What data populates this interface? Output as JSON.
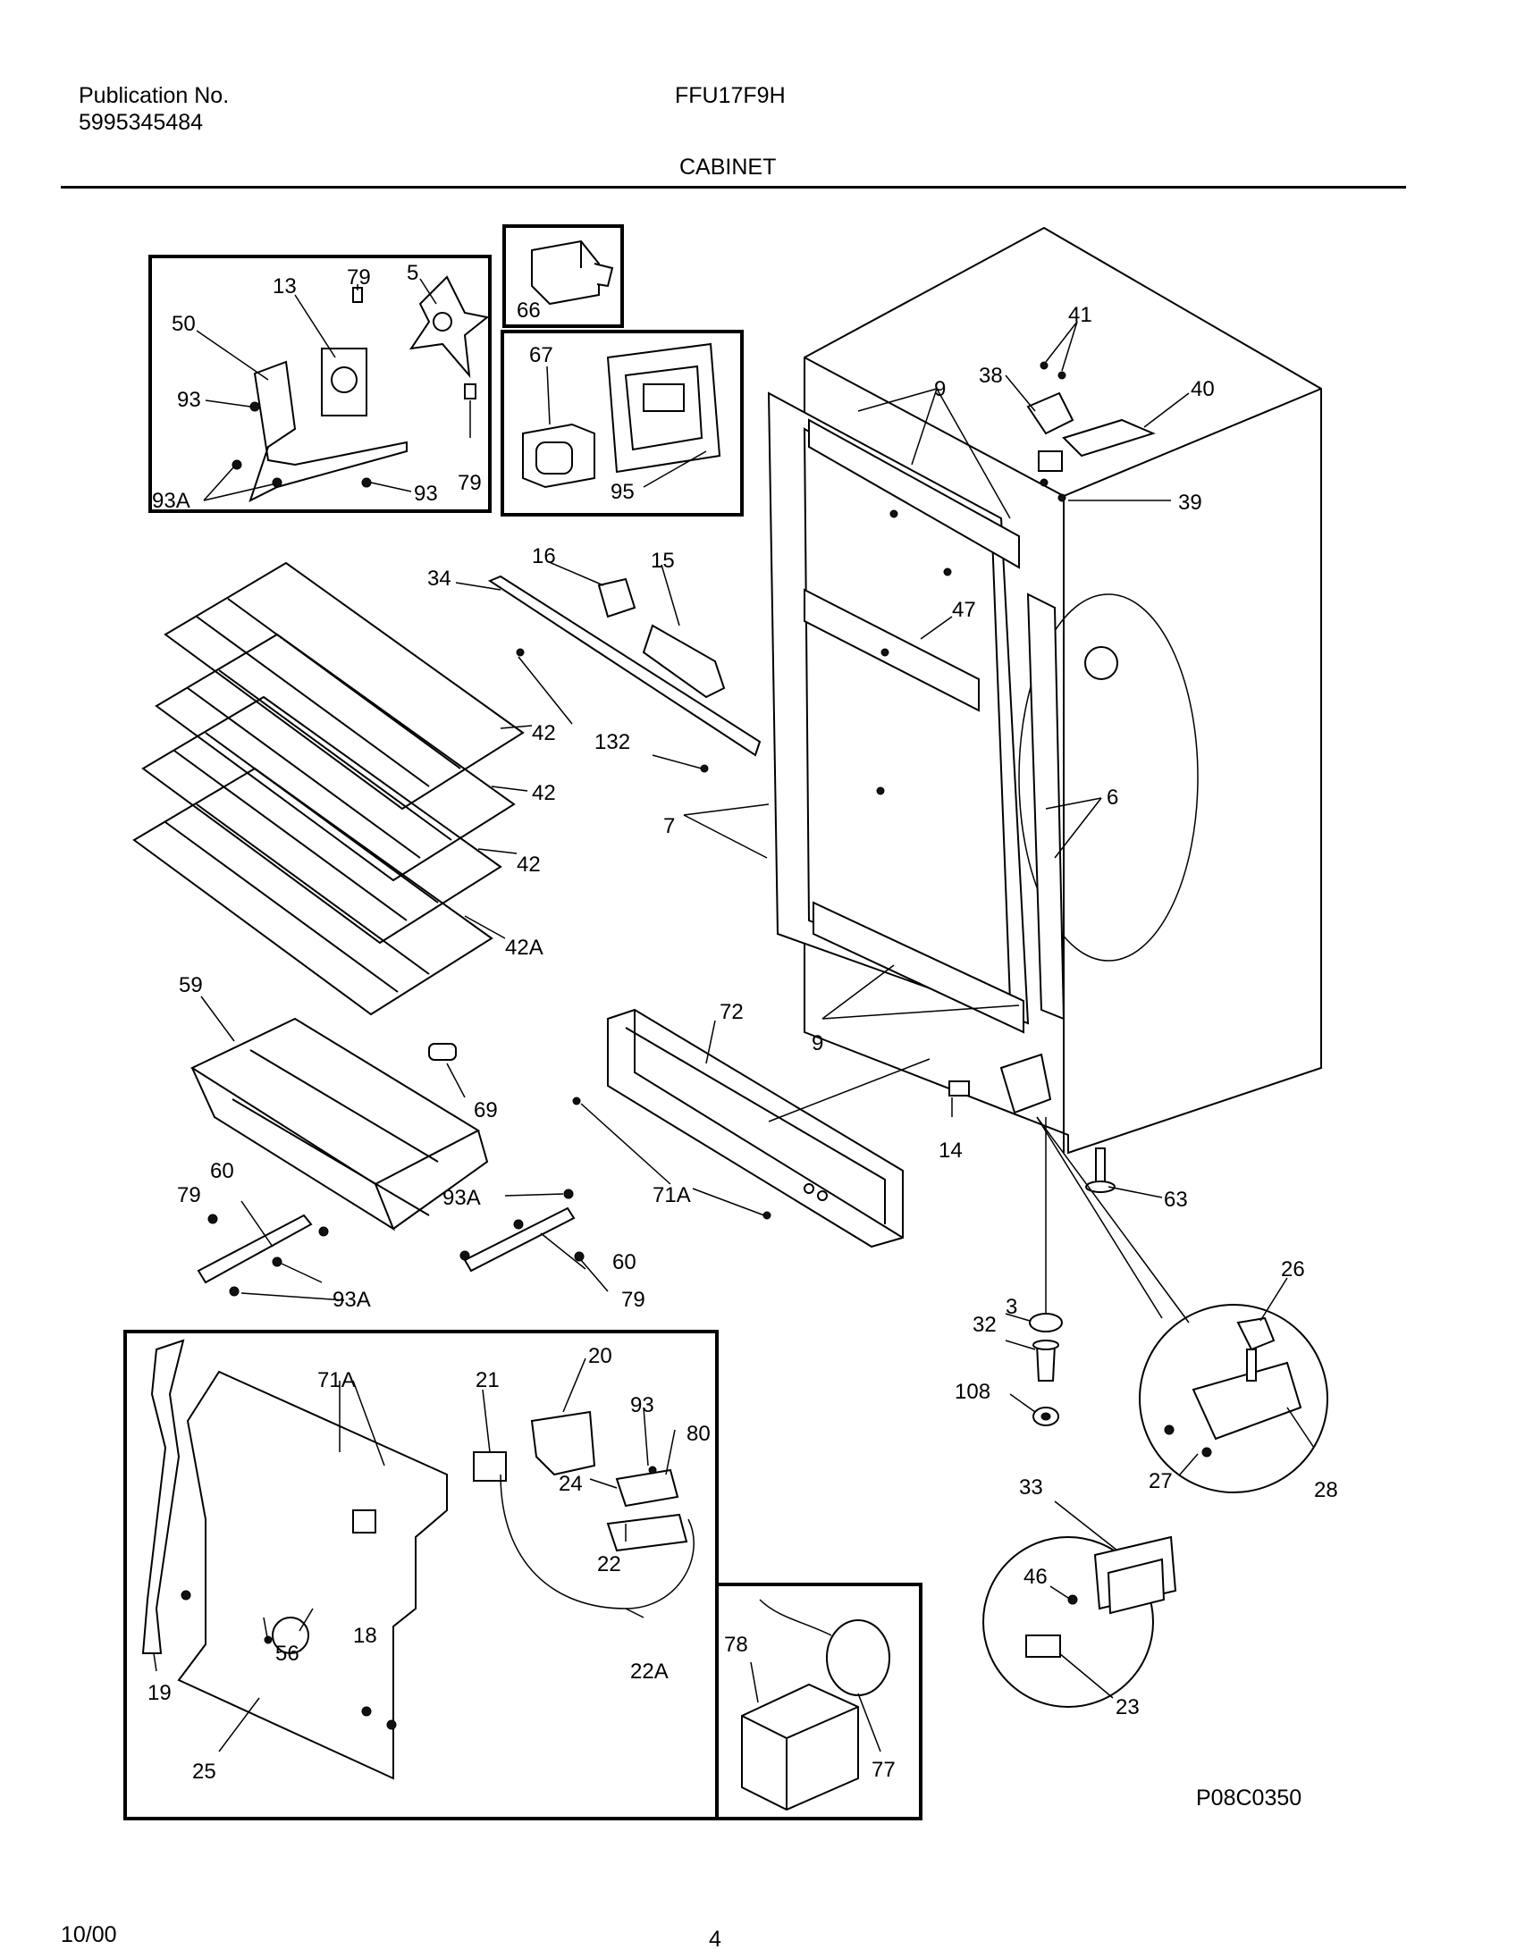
{
  "header": {
    "publication_label": "Publication No.",
    "publication_number": "5995345484",
    "model": "FFU17F9H",
    "section": "CABINET"
  },
  "footer": {
    "date": "10/00",
    "page": "4",
    "diagram_id": "P08C0350"
  },
  "callouts": {
    "c13": "13",
    "c79a": "79",
    "c5": "5",
    "c50": "50",
    "c93a": "93",
    "c93Aa": "93A",
    "c93b": "93",
    "c79b": "79",
    "c66": "66",
    "c67": "67",
    "c95": "95",
    "c41": "41",
    "c38": "38",
    "c40": "40",
    "c9a": "9",
    "c39": "39",
    "c16": "16",
    "c15": "15",
    "c34": "34",
    "c47": "47",
    "c42a": "42",
    "c132": "132",
    "c42b": "42",
    "c7": "7",
    "c6": "6",
    "c42c": "42",
    "c42A": "42A",
    "c59": "59",
    "c72": "72",
    "c9b": "9",
    "c69": "69",
    "c14": "14",
    "c79c": "79",
    "c60a": "60",
    "c71Aa": "71A",
    "c93Ab": "93A",
    "c63": "63",
    "c60b": "60",
    "c93Ac": "93A",
    "c79d": "79",
    "c26": "26",
    "c3": "3",
    "c32": "32",
    "c108": "108",
    "c71Ab": "71A",
    "c20": "20",
    "c21": "21",
    "c93c": "93",
    "c80": "80",
    "c24": "24",
    "c22": "22",
    "c27": "27",
    "c28": "28",
    "c33": "33",
    "c46": "46",
    "c18": "18",
    "c56": "56",
    "c22A": "22A",
    "c19": "19",
    "c78": "78",
    "c23": "23",
    "c77": "77",
    "c25": "25"
  }
}
